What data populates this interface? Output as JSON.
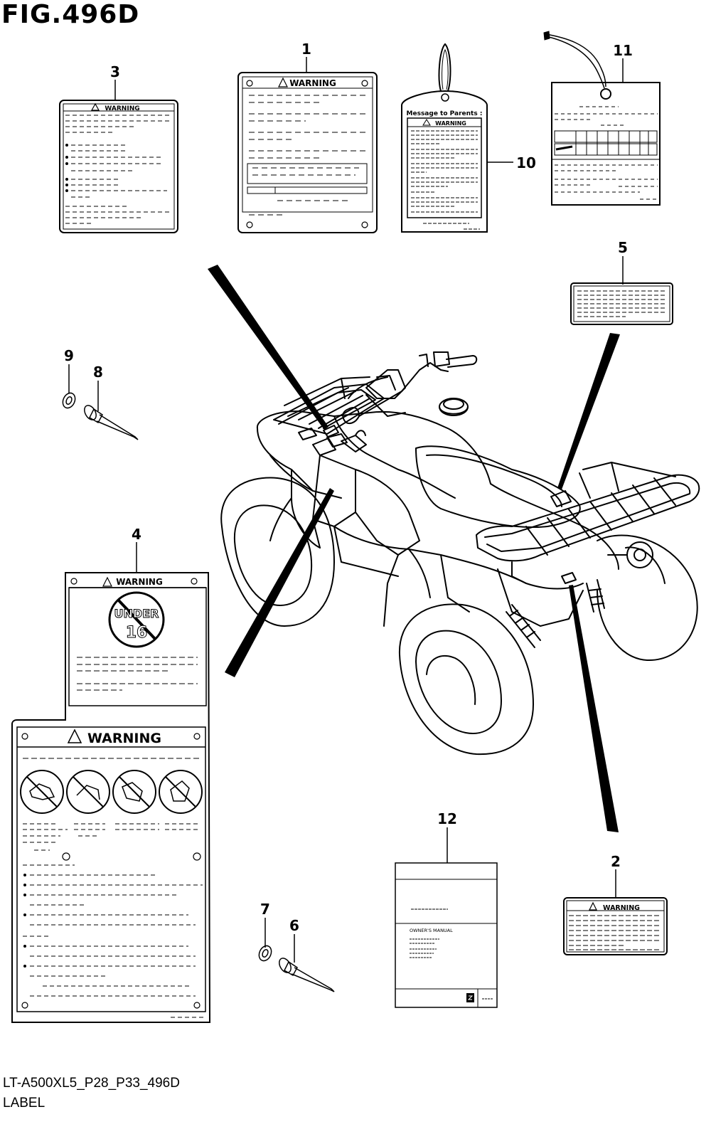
{
  "figure": {
    "title": "FIG.496D",
    "code": "LT-A500XL5_P28_P33_496D",
    "name": "LABEL"
  },
  "callouts": [
    "1",
    "2",
    "3",
    "4",
    "5",
    "6",
    "7",
    "8",
    "9",
    "10",
    "11",
    "12"
  ],
  "labels": {
    "warning": "WARNING",
    "under": "UNDER",
    "age": "16",
    "parents": "Message  to  Parents :",
    "owners_manual": "OWNER'S MANUAL"
  }
}
